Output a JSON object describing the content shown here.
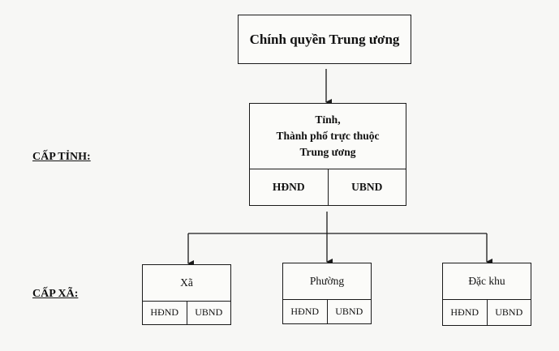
{
  "central": {
    "label": "Chính quyền Trung ương"
  },
  "province": {
    "lines": [
      "Tỉnh,",
      "Thành phố trực thuộc",
      "Trung ương"
    ],
    "councils": [
      "HĐND",
      "UBND"
    ]
  },
  "levels": {
    "province_label": "CẤP TỈNH:",
    "commune_label": "CẤP XÃ:"
  },
  "communes": [
    {
      "label": "Xã",
      "councils": [
        "HĐND",
        "UBND"
      ]
    },
    {
      "label": "Phường",
      "councils": [
        "HĐND",
        "UBND"
      ]
    },
    {
      "label": "Đặc khu",
      "councils": [
        "HĐND",
        "UBND"
      ]
    }
  ]
}
